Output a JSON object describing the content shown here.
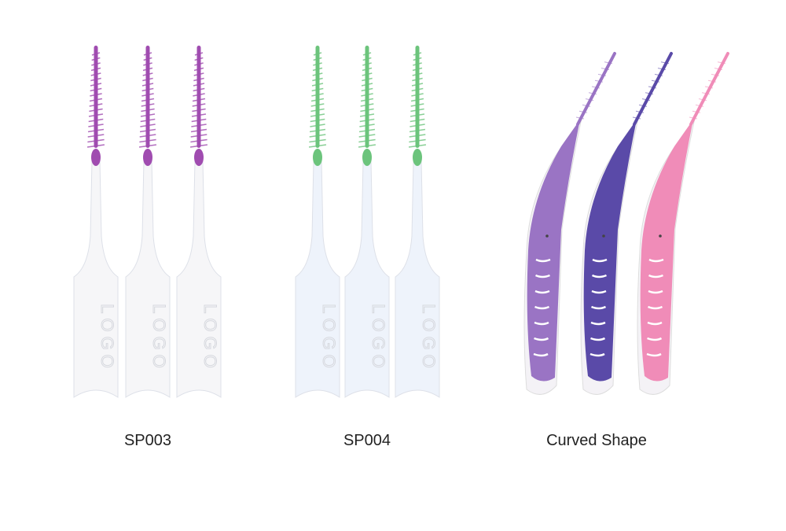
{
  "products": [
    {
      "label": "SP003",
      "brush_color": "#a04cb0",
      "handle_color": "#f6f6f8",
      "count": 3,
      "logo_text": "LOGO"
    },
    {
      "label": "SP004",
      "brush_color": "#6cc47c",
      "handle_color": "#eef3fb",
      "count": 3,
      "logo_text": "LOGO"
    },
    {
      "label": "Curved Shape",
      "colors": [
        "#9a74c4",
        "#5a4aa8",
        "#f08cb8"
      ]
    }
  ]
}
